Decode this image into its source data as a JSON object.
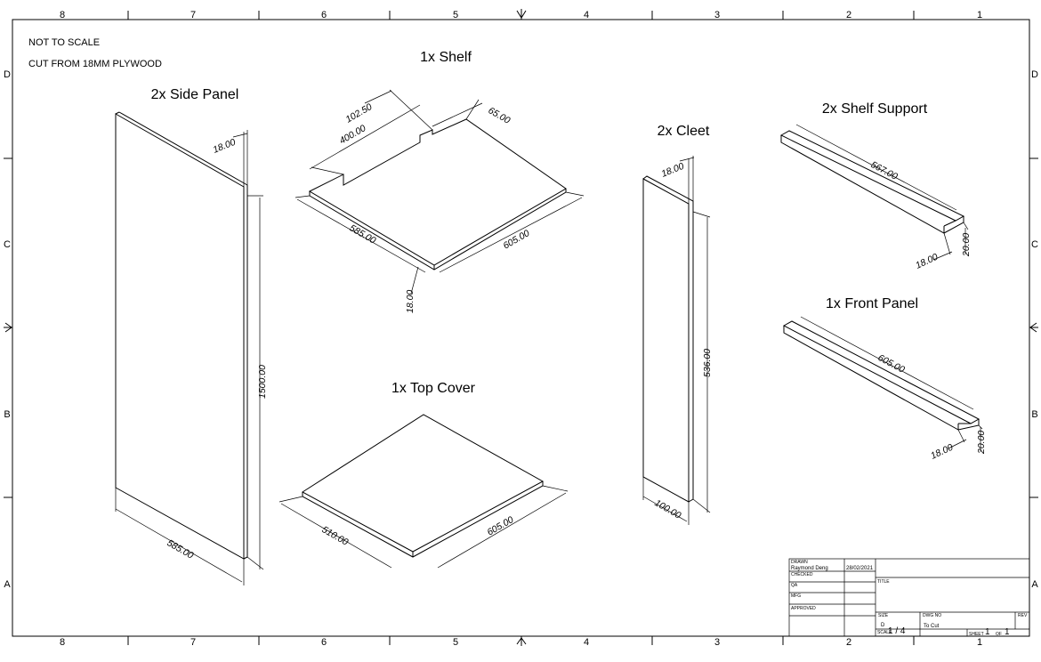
{
  "drawing": {
    "notes": [
      "NOT TO SCALE",
      "CUT FROM 18MM PLYWOOD"
    ],
    "zones": {
      "columns": [
        "8",
        "7",
        "6",
        "5",
        "4",
        "3",
        "2",
        "1"
      ],
      "rows": [
        "D",
        "C",
        "B",
        "A"
      ]
    },
    "parts": {
      "side_panel": {
        "title": "2x Side Panel",
        "dims": [
          "18.00",
          "1500.00",
          "585.00"
        ]
      },
      "shelf": {
        "title": "1x Shelf",
        "dims": [
          "102.50",
          "65.00",
          "400.00",
          "585.00",
          "605.00",
          "18.00"
        ]
      },
      "top_cover": {
        "title": "1x Top Cover",
        "dims": [
          "510.00",
          "605.00"
        ]
      },
      "cleet": {
        "title": "2x Cleet",
        "dims": [
          "18.00",
          "536.00",
          "100.00"
        ]
      },
      "shelf_support": {
        "title": "2x Shelf Support",
        "dims": [
          "567.00",
          "18.00",
          "20.00"
        ]
      },
      "front_panel": {
        "title": "1x Front Panel",
        "dims": [
          "605.00",
          "18.00",
          "20.00"
        ]
      }
    }
  },
  "title_block": {
    "labels": {
      "drawn": "DRAWN",
      "checked": "CHECKED",
      "qa": "QA",
      "mfg": "MFG",
      "approved": "APPROVED",
      "title": "TITLE",
      "size": "SIZE",
      "dwg_no": "DWG NO",
      "rev": "REV",
      "scale": "SCALE",
      "sheet": "SHEET",
      "of": "OF"
    },
    "drawn_by": "Raymond Deng",
    "date": "28/02/2021",
    "size_value": "D",
    "dwg_no_value": "To Cut",
    "scale_value": "1 / 4",
    "sheet_value": "1",
    "sheet_total": "1"
  }
}
